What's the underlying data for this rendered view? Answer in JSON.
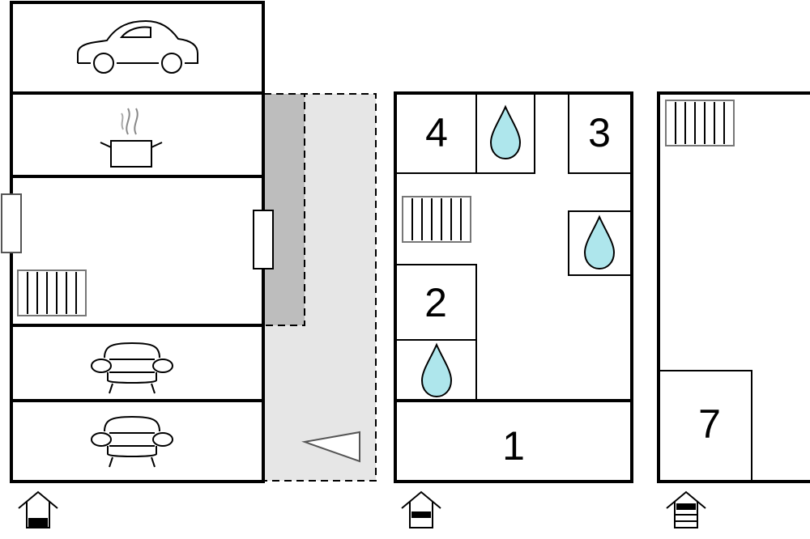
{
  "rooms": {
    "room_1": "1",
    "room_2": "2",
    "room_3": "3",
    "room_4": "4",
    "room_7": "7"
  },
  "icons": {
    "car": "car-icon",
    "kitchen": "cooking-pot-icon",
    "sofa": "sofa-icon",
    "bathroom": "water-drop-icon",
    "stairs": "stairs-icon",
    "level": "floor-level-icon",
    "terrace": "terrace-arrow-icon"
  },
  "colors": {
    "wall": "#000000",
    "water": "#aee6ec",
    "terrace_light": "#e6e6e6",
    "terrace_dark": "#bdbdbd",
    "stairs_frame": "#777777"
  }
}
